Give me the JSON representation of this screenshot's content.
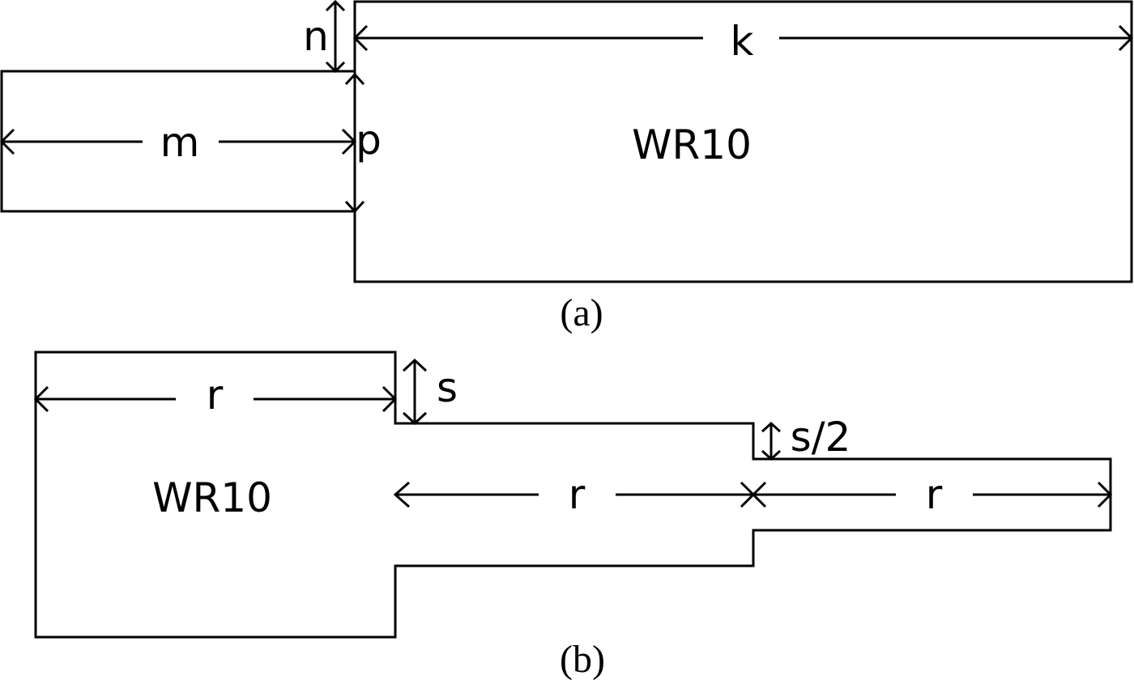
{
  "figure_a": {
    "caption": "(a)",
    "block_label": "WR10",
    "dimensions": {
      "n": "n",
      "k": "k",
      "m": "m",
      "p": "p"
    }
  },
  "figure_b": {
    "caption": "(b)",
    "block_label": "WR10",
    "dimensions": {
      "r_first": "r",
      "s": "s",
      "s_half": "s/2",
      "r_second": "r",
      "r_third": "r"
    }
  }
}
